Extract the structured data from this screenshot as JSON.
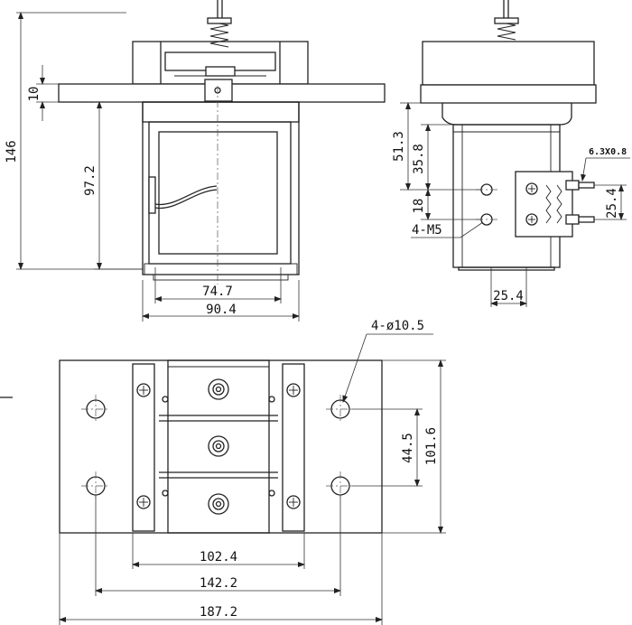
{
  "front_view": {
    "dim_height_total": "146",
    "dim_flange": "10",
    "dim_coil_height": "97.2",
    "dim_coil_width": "74.7",
    "dim_body_width": "90.4"
  },
  "side_view": {
    "dim_upper": "51.3",
    "dim_mid": "35.8",
    "dim_holes": "18",
    "dim_terminal_pitch": "25.4",
    "dim_bottom": "25.4",
    "label_thread": "4-M5",
    "label_tab": "6.3X0.8"
  },
  "top_view": {
    "label_holes": "4-ø10.5",
    "dim_inner_w": "102.4",
    "dim_hole_pitch_w": "142.2",
    "dim_total_w": "187.2",
    "dim_hole_pitch_h": "44.5",
    "dim_total_h": "101.6"
  }
}
